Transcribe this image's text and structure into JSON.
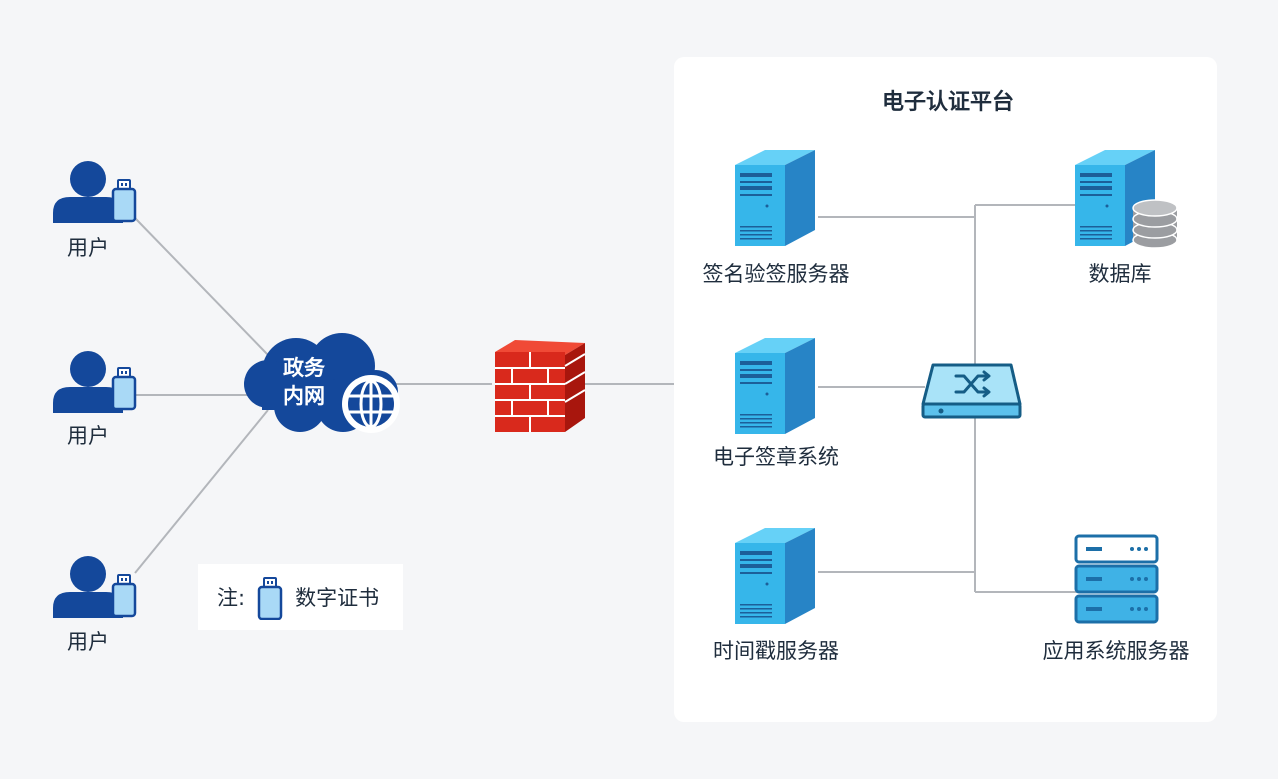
{
  "platform": {
    "title": "电子认证平台"
  },
  "users": [
    {
      "label": "用户"
    },
    {
      "label": "用户"
    },
    {
      "label": "用户"
    }
  ],
  "network": {
    "line1": "政务",
    "line2": "内网"
  },
  "servers": {
    "signature_verify": "签名验签服务器",
    "e_seal": "电子签章系统",
    "timestamp": "时间戳服务器",
    "database": "数据库",
    "app_server": "应用系统服务器"
  },
  "legend": {
    "prefix": "注:",
    "item": "数字证书"
  },
  "colors": {
    "user_blue": "#14489b",
    "usb_fill": "#a9d9f6",
    "server_front": "#36b6ea",
    "server_side": "#2784c6",
    "firewall_red": "#d9291c",
    "line_gray": "#b3b6bb"
  }
}
